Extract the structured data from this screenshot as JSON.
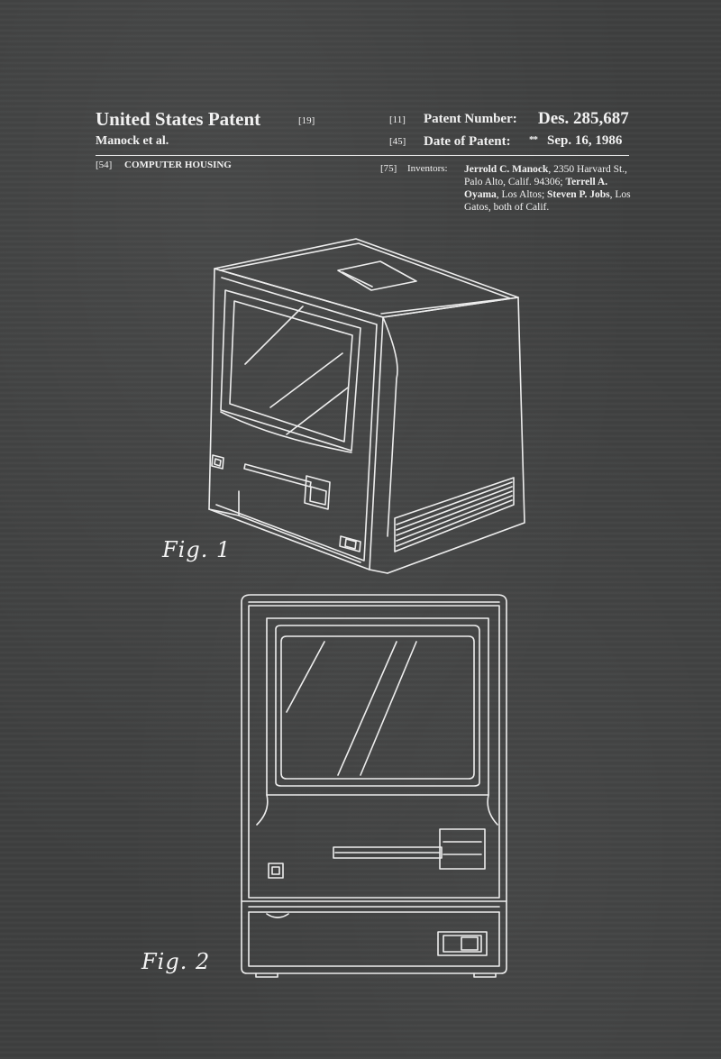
{
  "header": {
    "title": "United States Patent",
    "title_ref": "[19]",
    "inventors_short": "Manock et al.",
    "patent_number_ref": "[11]",
    "patent_number_label": "Patent Number:",
    "patent_number": "Des. 285,687",
    "date_ref": "[45]",
    "date_label": "Date of Patent:",
    "date_marks": "**",
    "date": "Sep. 16, 1986"
  },
  "fields": {
    "title_ref": "[54]",
    "title": "COMPUTER HOUSING",
    "inventors_ref": "[75]",
    "inventors_label": "Inventors:",
    "inventors": [
      {
        "name": "Jerrold C. Manock",
        "address": ", 2350 Harvard St., Palo Alto, Calif. 94306; "
      },
      {
        "name": "Terrell A. Oyama",
        "address": ", Los Altos; "
      },
      {
        "name": "Steven P. Jobs",
        "address": ", Los Gatos, both of Calif."
      }
    ]
  },
  "figures": [
    {
      "label": "Fig. 1",
      "view": "perspective"
    },
    {
      "label": "Fig. 2",
      "view": "front"
    }
  ],
  "colors": {
    "background": "#3e3f3f",
    "ink": "#f1f1f1"
  }
}
